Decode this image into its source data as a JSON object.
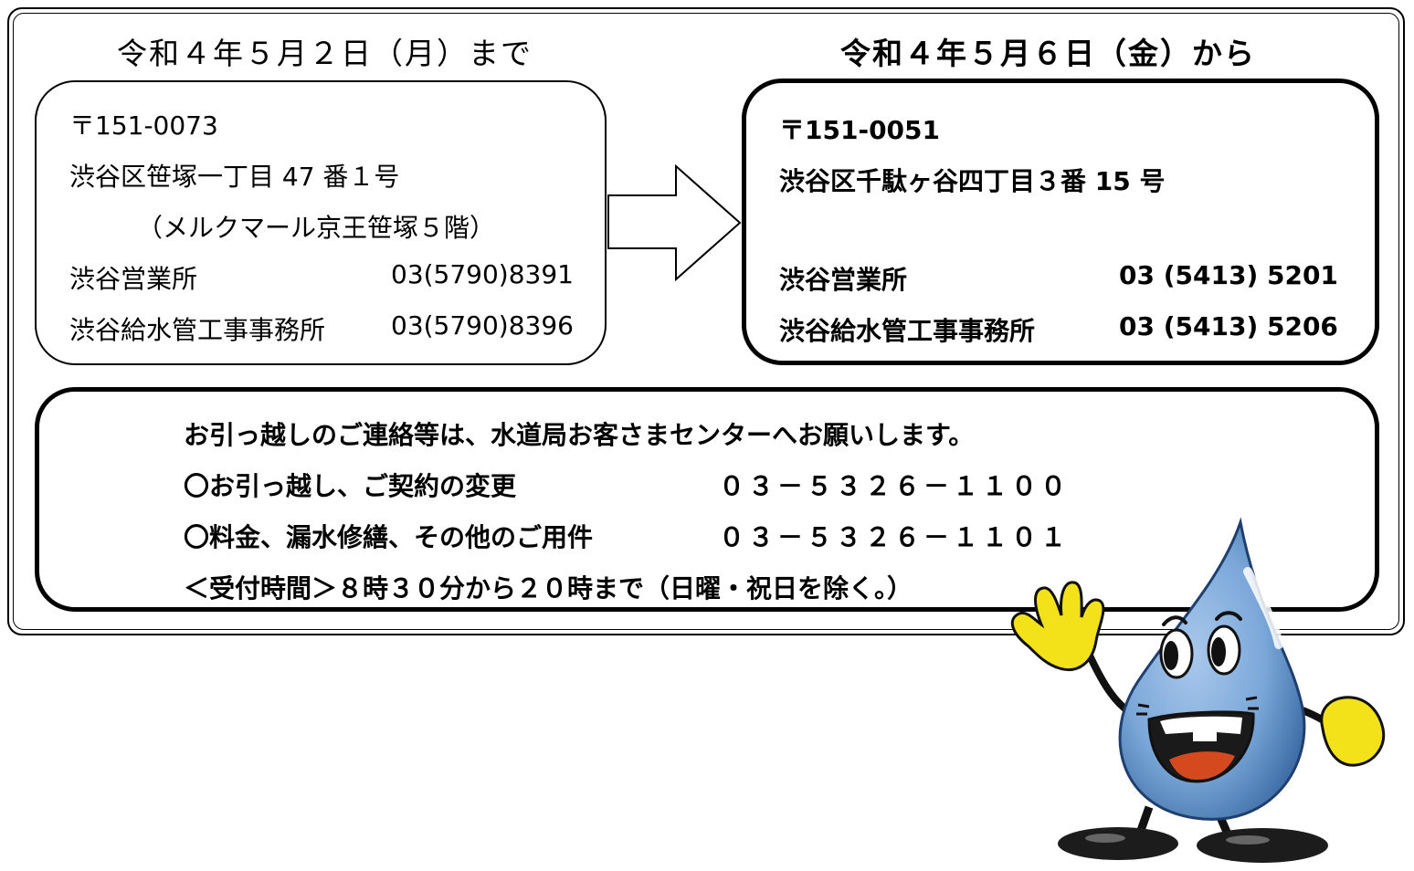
{
  "old_office": {
    "heading": "令和４年５月２日（月）まで",
    "postal": "〒151-0073",
    "address": "渋谷区笹塚一丁目 47 番１号",
    "building": "（メルクマール京王笹塚５階）",
    "office1_name": "渋谷営業所",
    "office1_phone": "03(5790)8391",
    "office2_name": "渋谷給水管工事事務所",
    "office2_phone": "03(5790)8396"
  },
  "new_office": {
    "heading": "令和４年５月６日（金）から",
    "postal": "〒151-0051",
    "address": "渋谷区千駄ヶ谷四丁目３番 15 号",
    "office1_name": "渋谷営業所",
    "office1_phone": "03 (5413) 5201",
    "office2_name": "渋谷給水管工事事務所",
    "office2_phone": "03 (5413) 5206"
  },
  "contact": {
    "intro": "お引っ越しのご連絡等は、水道局お客さまセンターへお願いします。",
    "item1_label": "〇お引っ越し、ご契約の変更",
    "item1_phone": "０３－５３２６－１１００",
    "item2_label": "〇料金、漏水修繕、その他のご用件",
    "item2_phone": "０３－５３２６－１１０１",
    "hours": "＜受付時間＞８時３０分から２０時まで（日曜・祝日を除く。）"
  },
  "colors": {
    "drop_body": "#7aa7d8",
    "drop_dark": "#3f6fa8",
    "glove": "#f3e21a",
    "mouth": "#d44a1e",
    "shoe": "#1c1c1c"
  },
  "icons": {
    "arrow": "right-arrow-icon",
    "mascot": "water-drop-mascot-icon"
  }
}
